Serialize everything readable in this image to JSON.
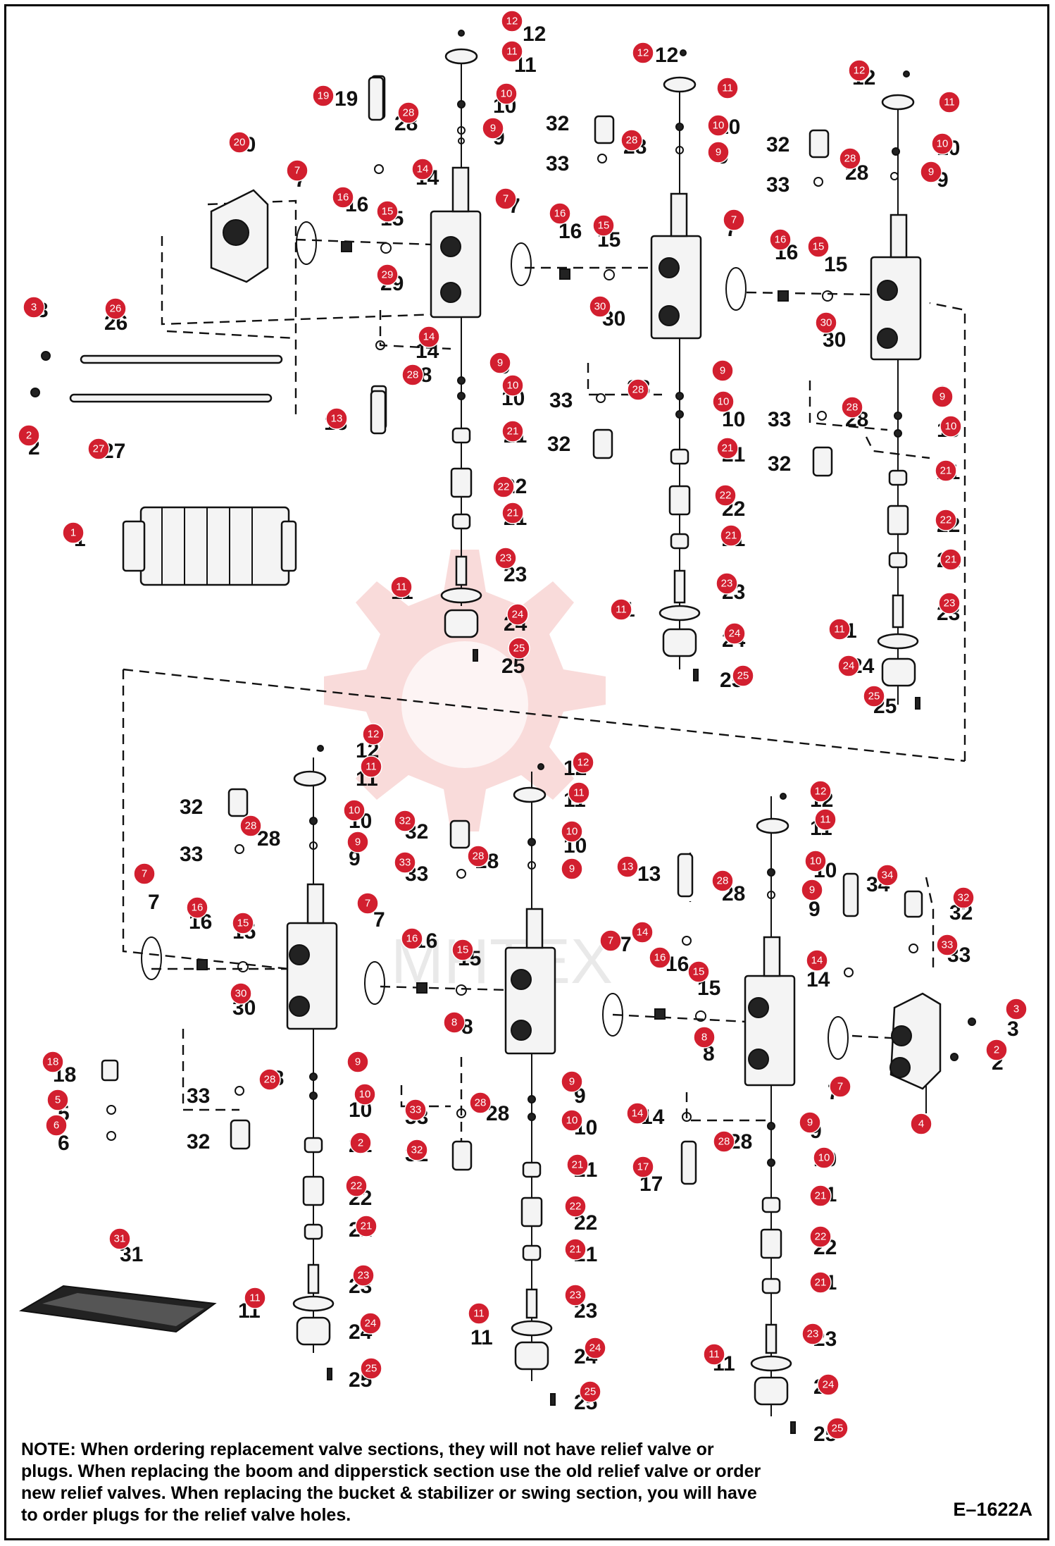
{
  "note": {
    "label": "NOTE:",
    "text": "When ordering replacement valve sections, they will not have relief valve or plugs.  When replacing the boom and dipperstick section use the old relief valve or order new relief valves.  When replacing the bucket & stabilizer or swing section, you will have to order plugs for the relief valve holes."
  },
  "drawing_code": "E–1622A",
  "watermark": "MHTEX",
  "colors": {
    "callout": "#d21f2f",
    "watermark": "#f2b0ad"
  }
}
